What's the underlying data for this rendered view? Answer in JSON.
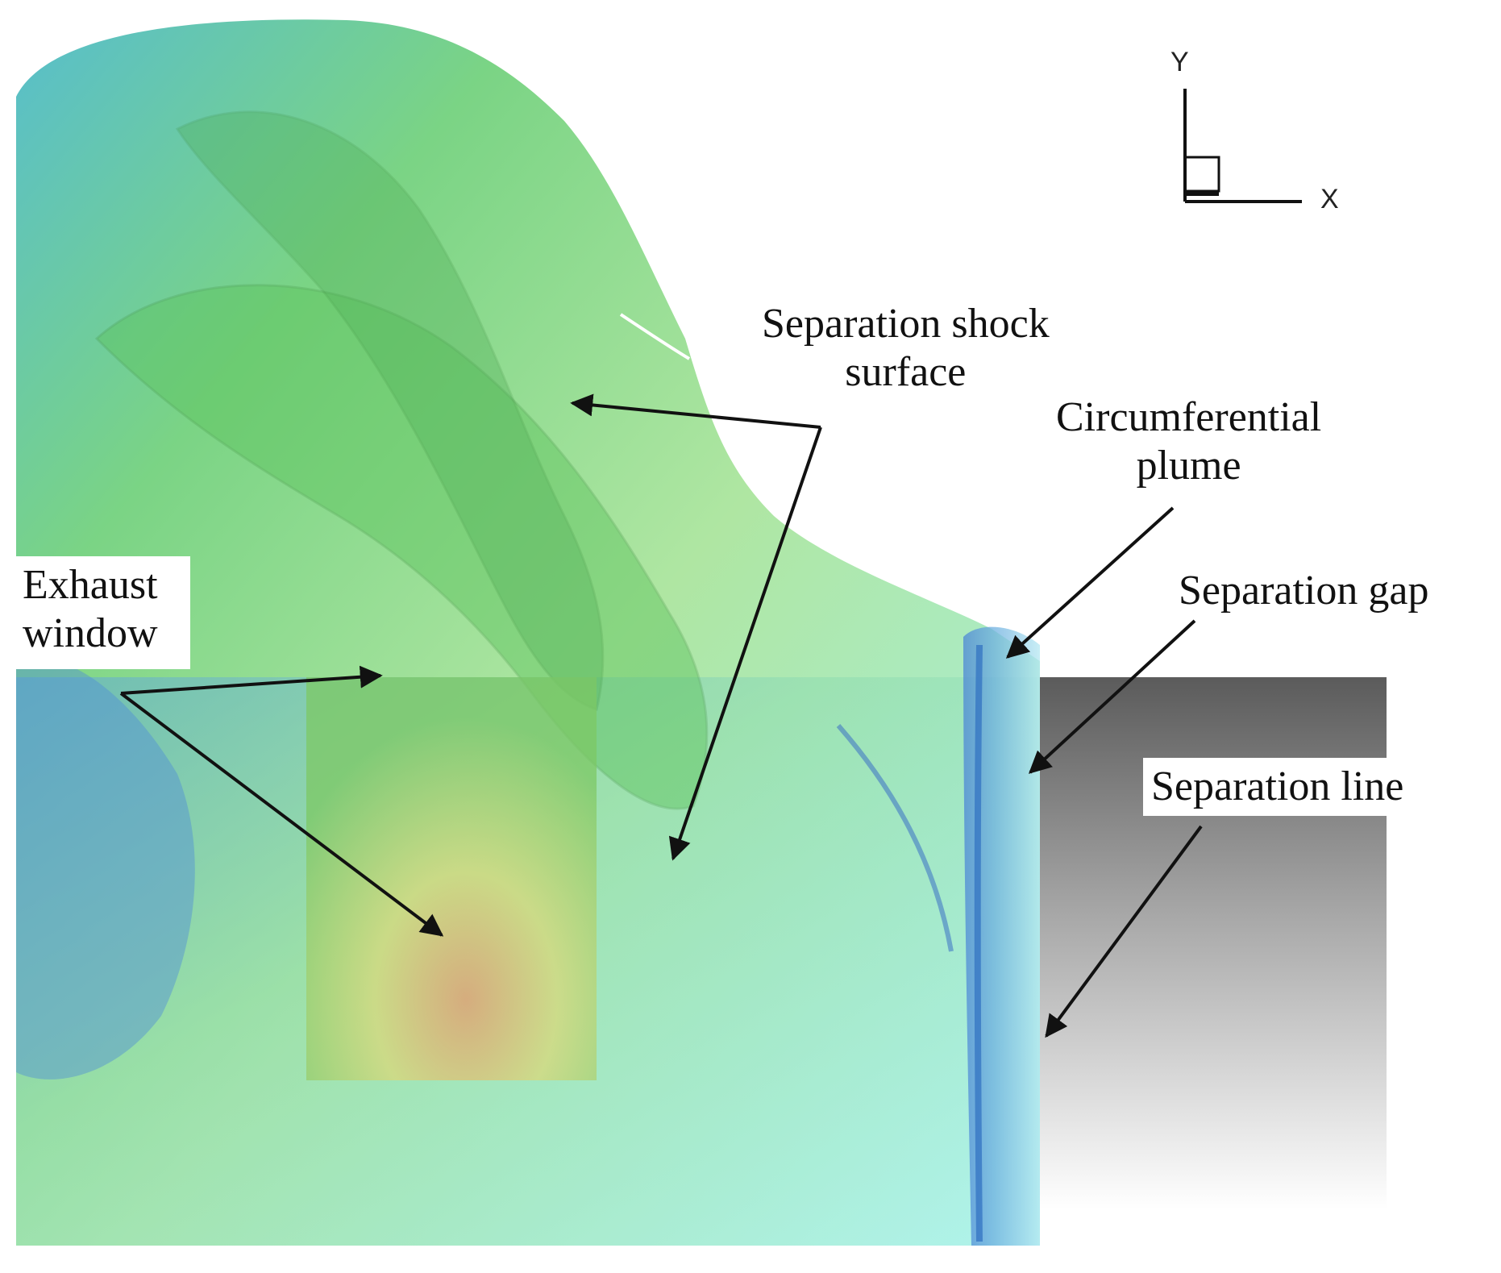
{
  "axes_indicator": {
    "y_label": "Y",
    "x_label": "X"
  },
  "labels": {
    "separation_shock_surface": [
      "Separation shock",
      "surface"
    ],
    "circumferential_plume": [
      "Circumferential",
      "plume"
    ],
    "separation_gap": "Separation gap",
    "separation_line": "Separation line",
    "exhaust_window": [
      "Exhaust",
      "window"
    ]
  },
  "colors": {
    "wall_gray_top": "#5a5a5a",
    "wall_gray_bottom": "#ffffff",
    "shock_green": "#63cf63",
    "shock_cyan": "#7fe6d8",
    "shock_blue": "#4f8fd8",
    "window_yellow": "#d8e07a",
    "window_orange": "#e8a06a",
    "arrow": "#111111"
  }
}
